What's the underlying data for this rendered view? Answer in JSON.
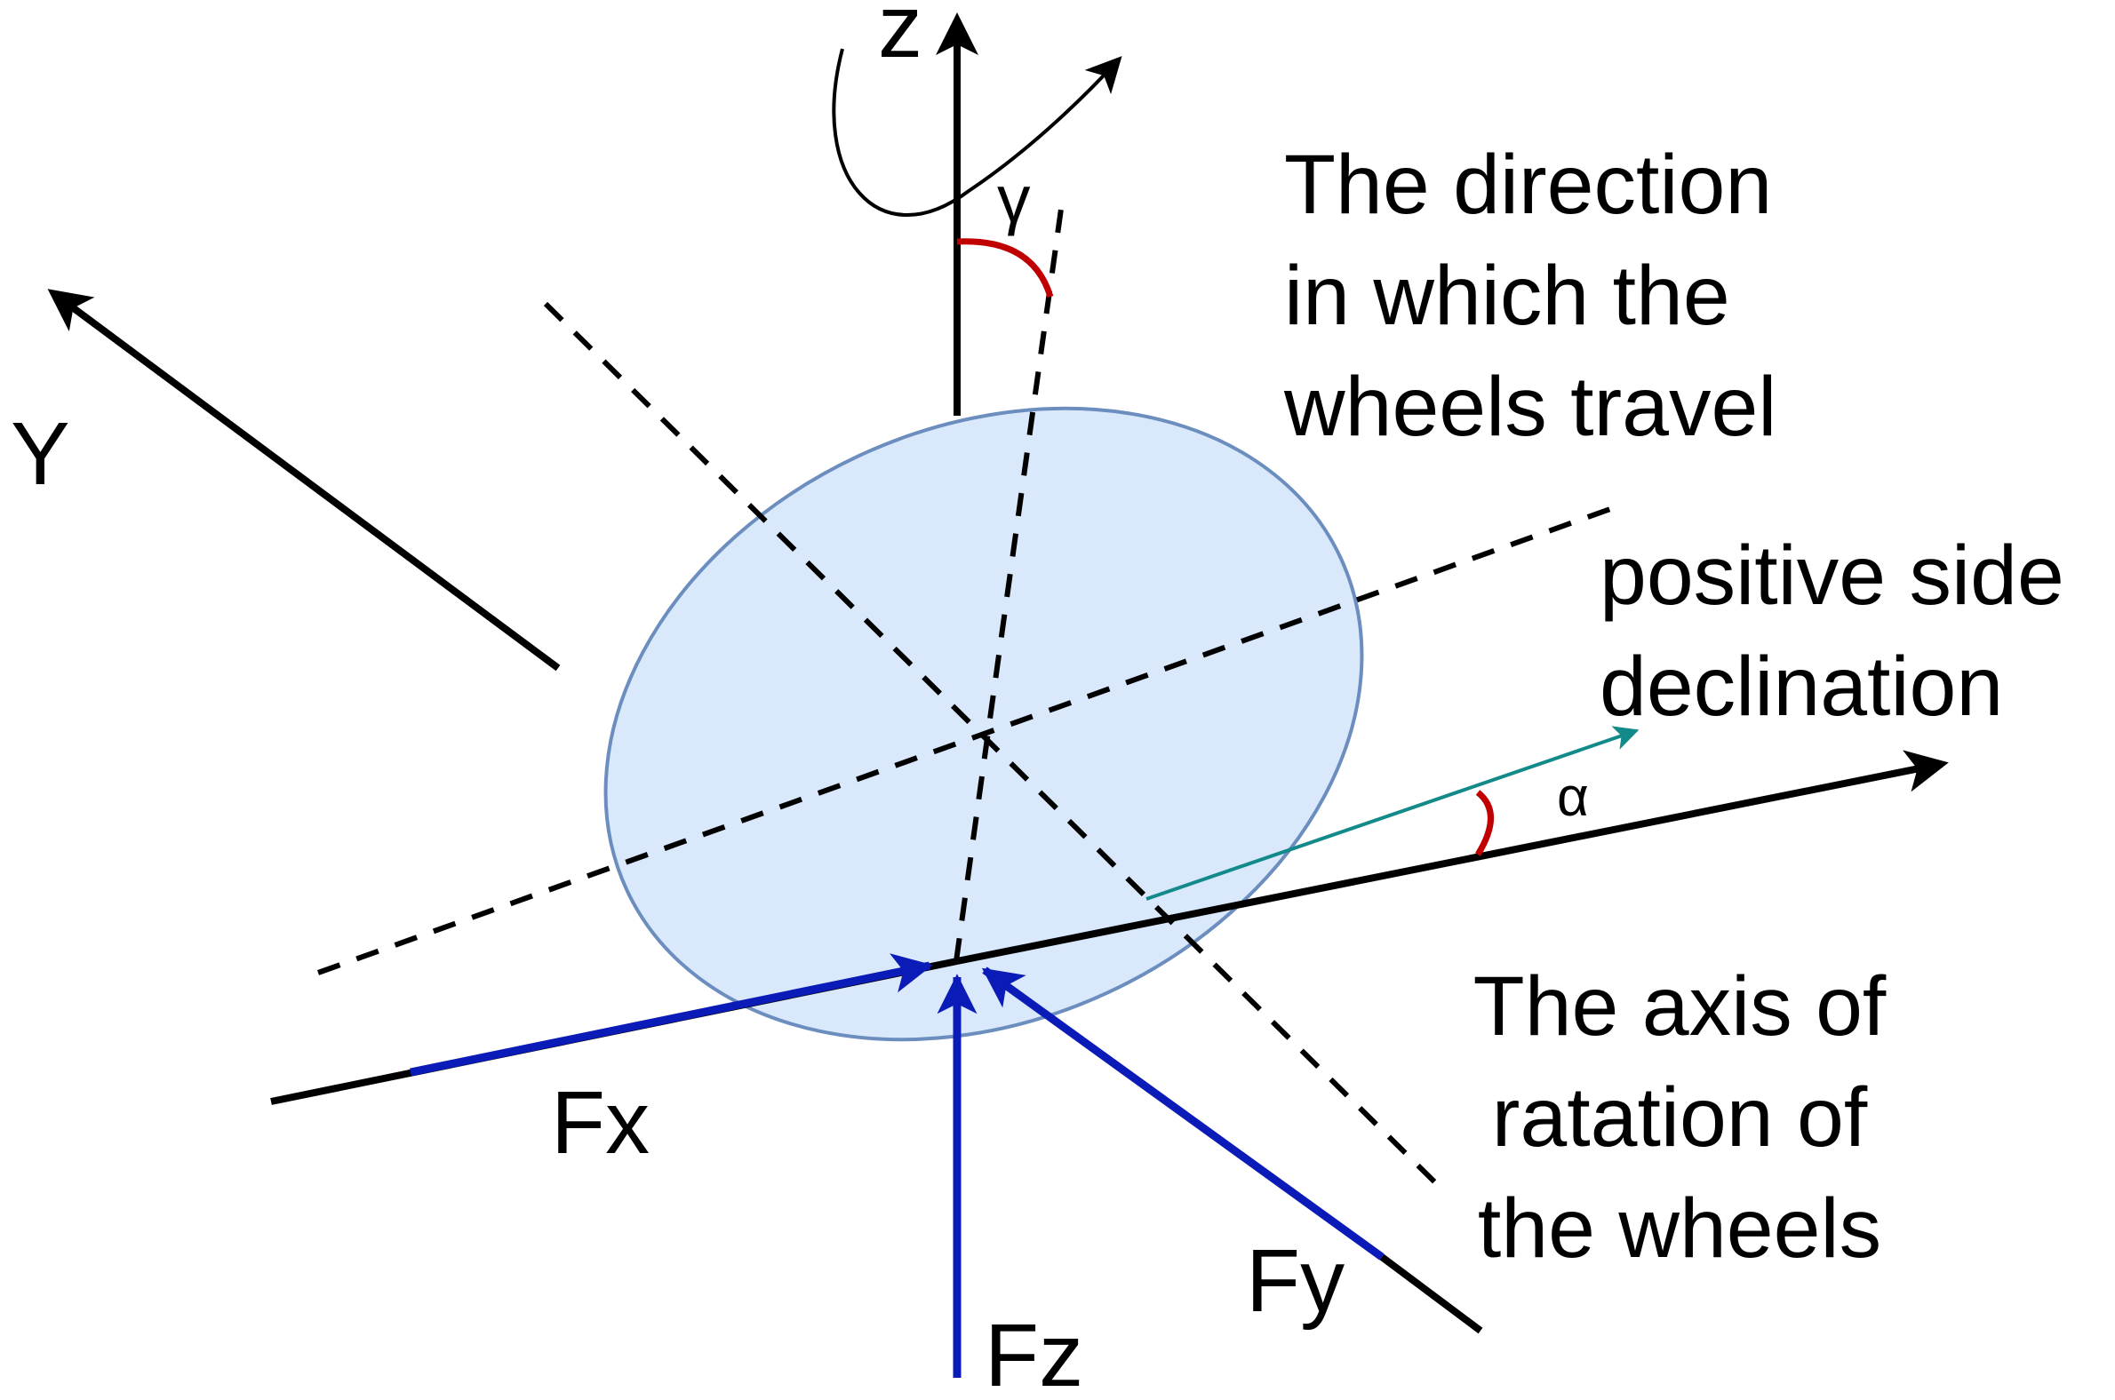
{
  "labels": {
    "axis_z": "z",
    "axis_y": "Y",
    "gamma": "γ",
    "alpha": "α",
    "force_x": "Fx",
    "force_y": "Fy",
    "force_z": "Fz"
  },
  "annotations": {
    "travel_direction": [
      "The direction",
      "in which the",
      "wheels travel"
    ],
    "side_declination": [
      "positive side",
      "declination"
    ],
    "rotation_axis": [
      "The axis of",
      "ratation of",
      "the wheels"
    ]
  },
  "colors": {
    "wheel_fill": "#dae8fc",
    "wheel_stroke": "#6c8ebf",
    "axis": "#000000",
    "force": "#0a1bb8",
    "angle_arc": "#c00000",
    "declination_arrow": "#128a8a"
  }
}
